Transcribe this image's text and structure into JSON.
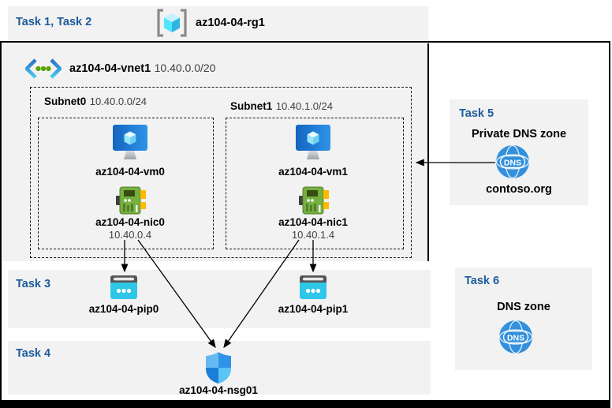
{
  "colors": {
    "band_bg": "#F2F2F2",
    "task_heading_blue": "#1C5B9C",
    "frame_black": "#000000",
    "muted_text": "#404040",
    "azure_vm_blue": "#1E78D2",
    "nic_green": "#76B041",
    "pip_cyan": "#2FC6E8",
    "dns_blue": "#3390DC",
    "vnet_dot_green": "#57A300"
  },
  "tasks": {
    "header": "Task 1, Task 2",
    "task3": "Task 3",
    "task4": "Task 4",
    "task5": "Task 5",
    "task6": "Task 6"
  },
  "resource_group": {
    "name": "az104-04-rg1"
  },
  "vnet": {
    "name": "az104-04-vnet1",
    "cidr": "10.40.0.0/20"
  },
  "subnets": [
    {
      "label": "Subnet0",
      "cidr": "10.40.0.0/24",
      "vm_name": "az104-04-vm0",
      "nic_name": "az104-04-nic0",
      "nic_ip": "10.40.0.4"
    },
    {
      "label": "Subnet1",
      "cidr": "10.40.1.0/24",
      "vm_name": "az104-04-vm1",
      "nic_name": "az104-04-nic1",
      "nic_ip": "10.40.1.4"
    }
  ],
  "public_ips": [
    {
      "name": "az104-04-pip0"
    },
    {
      "name": "az104-04-pip1"
    }
  ],
  "nsg": {
    "name": "az104-04-nsg01"
  },
  "private_dns": {
    "title": "Private DNS zone",
    "zone_name": "contoso.org",
    "icon_label": "DNS"
  },
  "public_dns": {
    "title": "DNS zone",
    "icon_label": "DNS"
  }
}
